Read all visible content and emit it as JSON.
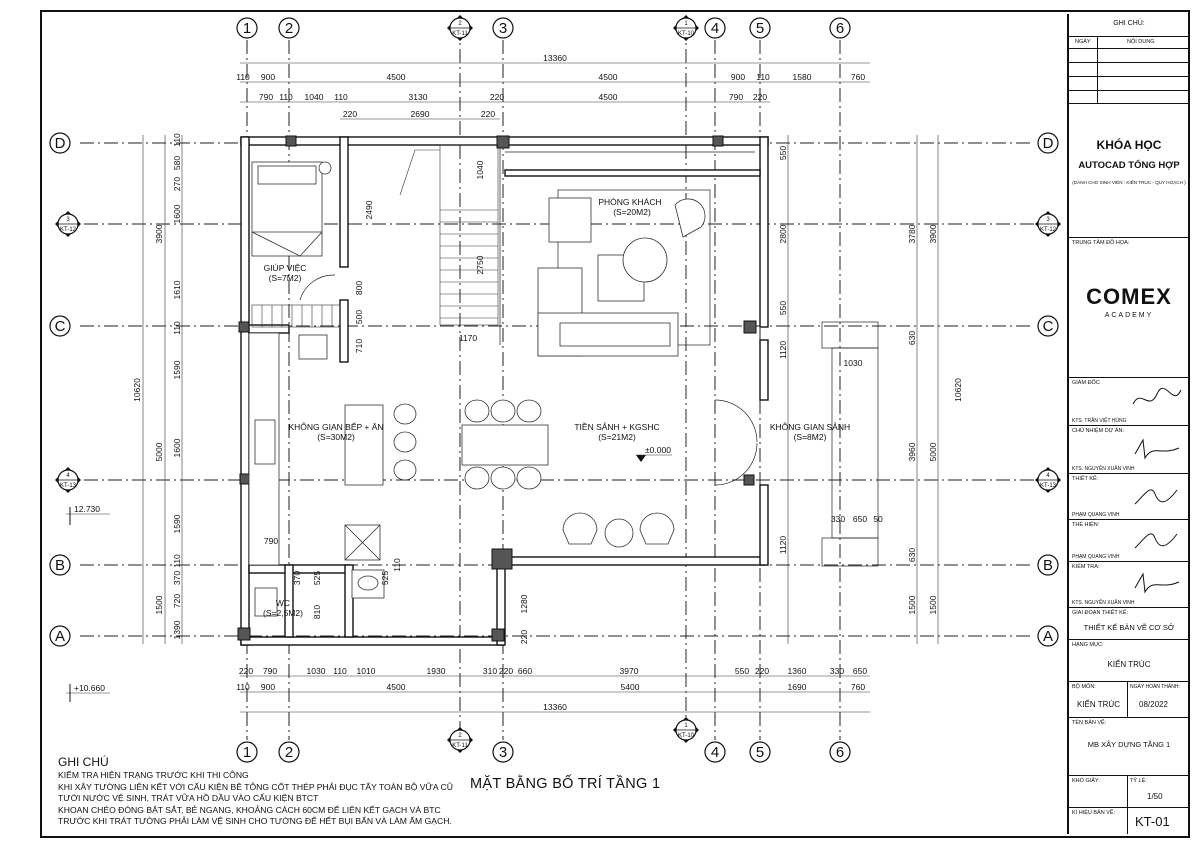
{
  "drawing": {
    "title": "MẶT BẰNG BỐ TRÍ TẦNG 1",
    "axes_num": [
      "1",
      "2",
      "3",
      "4",
      "5",
      "6"
    ],
    "axes_letter": [
      "D",
      "C",
      "B",
      "A"
    ],
    "section_marks": [
      {
        "num": "2",
        "ref": "KT-11"
      },
      {
        "num": "1",
        "ref": "KT-10"
      },
      {
        "num": "3",
        "ref": "KT-12"
      },
      {
        "num": "4",
        "ref": "KT-13"
      }
    ],
    "dims_top": {
      "total": "13360",
      "row1": [
        "110",
        "900",
        "4500",
        "4500",
        "900",
        "110",
        "1580",
        "760"
      ],
      "row2": [
        "790",
        "110",
        "1040",
        "110",
        "3130",
        "220",
        "4500",
        "790",
        "220"
      ],
      "row3": [
        "220",
        "2690",
        "220"
      ]
    },
    "dims_bottom": {
      "total": "13360",
      "row1": [
        "220",
        "790",
        "1030",
        "110",
        "1010",
        "1930",
        "310",
        "220",
        "660",
        "3970",
        "550",
        "220",
        "1360",
        "330",
        "650"
      ],
      "row2": [
        "110",
        "900",
        "4500",
        "5400",
        "1690",
        "760"
      ]
    },
    "dims_left": {
      "total": "10620",
      "outer": [
        "3900",
        "5000",
        "1500"
      ],
      "inner": [
        "110",
        "580",
        "270",
        "1600",
        "1610",
        "110",
        "1590",
        "1600",
        "1590",
        "110",
        "370",
        "720",
        "1390"
      ]
    },
    "dims_right": {
      "total": "10620",
      "outer": [
        "3780",
        "3960",
        "1500"
      ],
      "inner": [
        "550",
        "2800",
        "550",
        "1120",
        "630",
        "1030",
        "1120",
        "630",
        "1500"
      ],
      "extra": [
        "330",
        "650",
        "50"
      ]
    },
    "dims_interior": [
      "2490",
      "1040",
      "2750",
      "800",
      "500",
      "710",
      "1170",
      "370",
      "525",
      "525",
      "110",
      "810",
      "1280",
      "790",
      "220"
    ],
    "levels": {
      "main": "±0.000",
      "left_top": "12.730",
      "left_bottom": "+10.660"
    },
    "rooms": [
      {
        "name": "PHÒNG KHÁCH",
        "area": "(S=20M2)"
      },
      {
        "name": "GIÚP VIỆC",
        "area": "(S=7M2)"
      },
      {
        "name": "KHÔNG GIAN BẾP + ĂN",
        "area": "(S=30M2)"
      },
      {
        "name": "TIỀN SẢNH + KGSHC",
        "area": "(S=21M2)"
      },
      {
        "name": "KHÔNG GIAN SẢNH",
        "area": "(S=8M2)"
      },
      {
        "name": "WC",
        "area": "(S=2,5M2)"
      }
    ]
  },
  "notes": {
    "heading": "GHI CHÚ",
    "lines": [
      "KIỂM TRA HIỆN TRẠNG TRƯỚC KHI THI CÔNG",
      "KHI XÂY TƯỜNG LIÊN KẾT VỚI CẤU KIỆN BÊ TÔNG CỐT THÉP PHẢI ĐỤC TẨY TOÀN BỘ VỮA CŨ",
      "TƯỚI NƯỚC VỆ SINH, TRÁT VỮA HỒ DẦU VÀO CẤU KIỆN BTCT",
      "KHOAN CHÉO ĐÓNG BẬT SẮT, BẺ NGANG, KHOẢNG CÁCH 60CM ĐỂ LIÊN KẾT GẠCH VÀ BTC",
      "TRƯỚC KHI TRÁT TƯỜNG PHẢI LÀM VỆ SINH CHO TƯỜNG ĐỂ HẾT BỤI BẨN VÀ LÀM ẨM GẠCH."
    ]
  },
  "title_block": {
    "ghi_chu": "GHI CHÚ:",
    "col_ngay": "NGÀY",
    "col_noi_dung": "NỘI DUNG",
    "course_line1": "KHÓA HỌC",
    "course_line2": "AUTOCAD TỔNG HỢP",
    "course_note": "(DÀNH CHO SINH VIÊN : KIẾN TRÚC - QUY HOẠCH )",
    "center_label": "TRUNG TÂM ĐỒ HỌA:",
    "logo_main": "COMEX",
    "logo_sub": "ACADEMY",
    "giam_doc": "GIÁM ĐỐC",
    "giam_doc_name": "KTS. TRẦN VIỆT HÙNG",
    "chu_nhiem": "CHỦ NHIỆM DỰ ÁN:",
    "chu_nhiem_name": "KTS. NGUYỄN XUÂN VINH",
    "thiet_ke": "THIẾT KẾ:",
    "thiet_ke_name": "PHẠM QUANG VINH",
    "the_hien": "THỂ HIỆN:",
    "the_hien_name": "PHẠM QUANG VINH",
    "kiem_tra": "KIỂM TRA:",
    "kiem_tra_name": "KTS. NGUYỄN XUÂN VINH",
    "giai_doan": "GIAI ĐOẠN THIẾT KẾ:",
    "giai_doan_val": "THIẾT KẾ BẢN VẼ CƠ SỞ",
    "hang_muc": "HẠNG MỤC:",
    "hang_muc_val": "KIẾN TRÚC",
    "bo_mon": "BỘ MÔN:",
    "bo_mon_val": "KIẾN TRÚC",
    "ngay_ht": "NGÀY HOÀN THÀNH:",
    "ngay_ht_val": "08/2022",
    "ten_ban_ve": "TÊN BẢN VẼ:",
    "ten_ban_ve_val": "MB XÂY DỰNG TẦNG 1",
    "kho_giay": "KHỔ GIẤY:",
    "ty_le": "TỶ LỆ:",
    "ty_le_val": "1/50",
    "ki_hieu": "KÍ HIỆU BẢN VẼ:",
    "ki_hieu_val": "KT-01"
  }
}
